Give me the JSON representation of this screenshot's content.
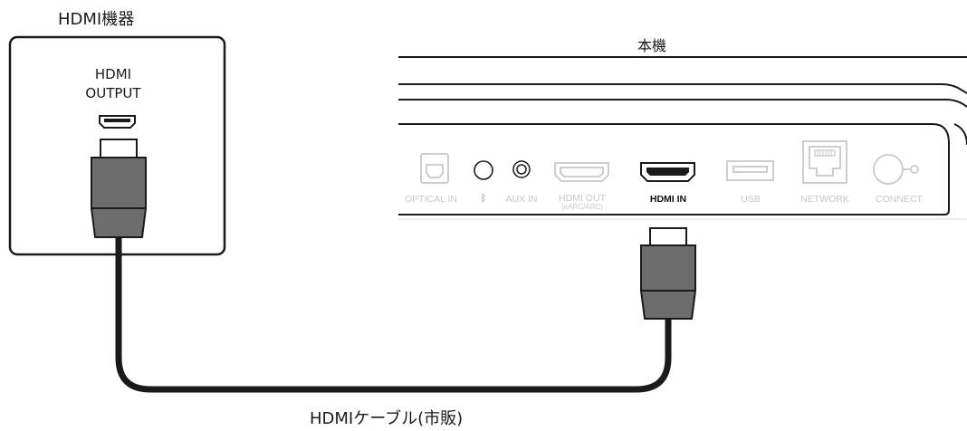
{
  "labels": {
    "device_title": "HDMI機器",
    "unit_title": "本機",
    "device_port": "HDMI\nOUTPUT",
    "cable": "HDMIケーブル(市販)"
  },
  "ports": [
    {
      "id": "optical",
      "label": "OPTICAL IN",
      "active": false
    },
    {
      "id": "bluetooth",
      "label": "",
      "active": false
    },
    {
      "id": "aux",
      "label": "AUX IN",
      "active": false
    },
    {
      "id": "hdmi-out",
      "label": "HDMI OUT",
      "sub": "(eARC/ARC)",
      "active": false
    },
    {
      "id": "hdmi-in",
      "label": "HDMI IN",
      "active": true
    },
    {
      "id": "usb",
      "label": "USB",
      "active": false
    },
    {
      "id": "network",
      "label": "NETWORK",
      "active": false
    },
    {
      "id": "connect",
      "label": "CONNECT",
      "active": false
    }
  ],
  "colors": {
    "line": "#1a1a1a",
    "inactive": "#c8c8c8",
    "plug_body": "#6d6d6d",
    "cable": "#1a1a1a"
  }
}
